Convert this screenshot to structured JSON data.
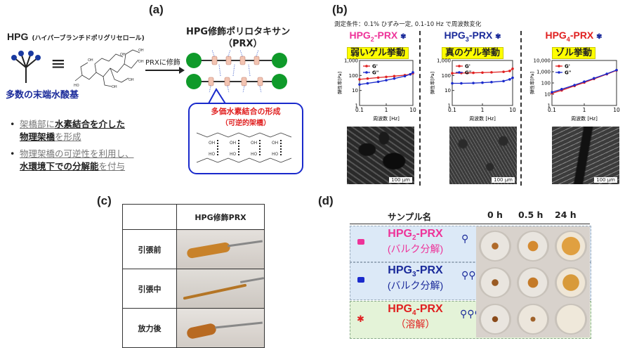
{
  "panel_a": {
    "label": "(a)",
    "hpg_title": "HPG",
    "hpg_subtitle": "(ハイパーブランチドポリグリセロール)",
    "equiv": "≡",
    "hydroxyl_label": "多数の末端水酸基",
    "arrow_label": "PRXに修飾",
    "prx_title_line1": "HPG修飾ポリロタキサン",
    "prx_title_line2": "（PRX）",
    "callout_line1": "多価水素結合の形成",
    "callout_line2": "（可逆的架橋）",
    "bullets": [
      {
        "parts": [
          "架橋部に",
          "水素結合を介した",
          "物理架橋",
          "を形成"
        ]
      },
      {
        "parts": [
          "物理架橋の可逆性を利用し、",
          "水環境下での分解能",
          "を付与"
        ]
      }
    ]
  },
  "panel_b": {
    "label": "(b)",
    "conditions": "測定条件：0.1% ひずみ一定, 0.1-10 Hz で周波数変化",
    "ylabel": "弾性率[Pa]",
    "xlabel": "周波数 [Hz]",
    "scale_bar": "100 μm",
    "plots": [
      {
        "title_pre": "HPG",
        "title_sub": "2",
        "title_post": "-PRX",
        "title_color": "#ee3399",
        "behavior": "弱いゲル挙動",
        "legend": [
          "G'",
          "G\""
        ]
      },
      {
        "title_pre": "HPG",
        "title_sub": "3",
        "title_post": "-PRX",
        "title_color": "#1a2a9a",
        "behavior": "真のゲル挙動",
        "legend": [
          "G'",
          "G\""
        ]
      },
      {
        "title_pre": "HPG",
        "title_sub": "4",
        "title_post": "-PRX",
        "title_color": "#e02020",
        "behavior": "ゾル挙動",
        "legend": [
          "G'",
          "G\""
        ]
      }
    ]
  },
  "panel_c": {
    "label": "(c)",
    "header": "HPG修飾PRX",
    "rows": [
      "引張前",
      "引張中",
      "放力後"
    ]
  },
  "panel_d": {
    "label": "(d)",
    "headers": [
      "サンプル名",
      "0 h",
      "0.5 h",
      "24 h"
    ],
    "rows": [
      {
        "pre": "HPG",
        "sub": "2",
        "post": "-PRX",
        "note": "(バルク分解)",
        "color": "#ee3399",
        "bg": "#dce9f7"
      },
      {
        "pre": "HPG",
        "sub": "3",
        "post": "-PRX",
        "note": "(バルク分解)",
        "color": "#1a2a9a",
        "bg": "#dce9f7"
      },
      {
        "pre": "HPG",
        "sub": "4",
        "post": "-PRX",
        "note": "（溶解）",
        "color": "#e02020",
        "bg": "#e4f3d8"
      }
    ]
  },
  "chart_data": [
    {
      "type": "line",
      "x_scale": "log",
      "y_scale": "log",
      "xlim": [
        0.1,
        10
      ],
      "ylim": [
        1,
        1000
      ],
      "x_ticks": [
        "0.1",
        "1",
        "10"
      ],
      "y_ticks": [
        "1",
        "10",
        "100",
        "1,000"
      ],
      "series": [
        {
          "name": "G'",
          "color": "#e02020",
          "x": [
            0.1,
            0.2,
            0.5,
            1,
            2,
            5,
            8,
            10
          ],
          "y": [
            55,
            62,
            72,
            80,
            90,
            105,
            120,
            140
          ]
        },
        {
          "name": "G\"",
          "color": "#1a2acc",
          "x": [
            0.1,
            0.2,
            0.5,
            1,
            2,
            5,
            8,
            10
          ],
          "y": [
            25,
            30,
            38,
            48,
            62,
            90,
            120,
            160
          ]
        }
      ]
    },
    {
      "type": "line",
      "x_scale": "log",
      "y_scale": "log",
      "xlim": [
        0.1,
        10
      ],
      "ylim": [
        1,
        1000
      ],
      "x_ticks": [
        "0.1",
        "1",
        "10"
      ],
      "y_ticks": [
        "1",
        "10",
        "100",
        "1,000"
      ],
      "series": [
        {
          "name": "G'",
          "color": "#e02020",
          "x": [
            0.1,
            0.2,
            0.5,
            1,
            2,
            5,
            8,
            10
          ],
          "y": [
            140,
            145,
            150,
            155,
            162,
            175,
            200,
            280
          ]
        },
        {
          "name": "G\"",
          "color": "#1a2acc",
          "x": [
            0.1,
            0.2,
            0.5,
            1,
            2,
            5,
            8,
            10
          ],
          "y": [
            30,
            30,
            31,
            33,
            36,
            42,
            55,
            70
          ]
        }
      ]
    },
    {
      "type": "line",
      "x_scale": "log",
      "y_scale": "log",
      "xlim": [
        0.1,
        10
      ],
      "ylim": [
        1,
        10000
      ],
      "x_ticks": [
        "0.1",
        "1",
        "10"
      ],
      "y_ticks": [
        "1",
        "10",
        "100",
        "1,000",
        "10,000"
      ],
      "series": [
        {
          "name": "G'",
          "color": "#e02020",
          "x": [
            0.1,
            0.2,
            0.5,
            1,
            2,
            5,
            10
          ],
          "y": [
            12,
            22,
            55,
            110,
            230,
            600,
            1300
          ]
        },
        {
          "name": "G\"",
          "color": "#1a2acc",
          "x": [
            0.1,
            0.2,
            0.5,
            1,
            2,
            5,
            10
          ],
          "y": [
            15,
            28,
            65,
            130,
            260,
            650,
            1400
          ]
        }
      ]
    }
  ]
}
